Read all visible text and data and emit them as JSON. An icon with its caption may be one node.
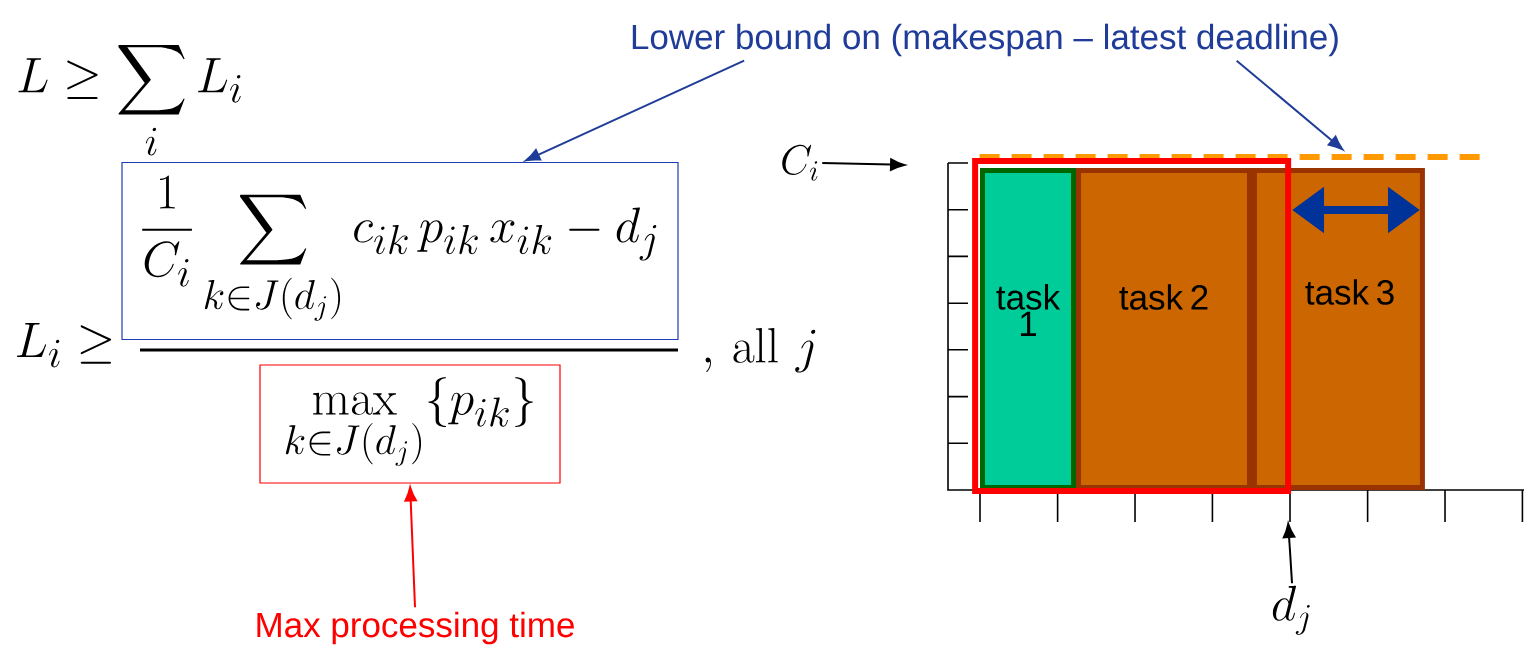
{
  "diagram": {
    "nodes": [
      {
        "text": [
          "Lower bound on (makespan – latest deadline)"
        ]
      },
      {
        "text": [
          "\\frac{1}{C_i}\\sum_{k\\in J(d_j)} c_{ik}\\,p_{ik}\\,x_{ik} - d_j"
        ]
      },
      {
        "text": [
          "\\max_{k\\in J(d_j)}\\{p_{ik}\\}"
        ]
      },
      {
        "text": [
          "Max processing time"
        ]
      },
      {
        "text": [
          "C_i"
        ]
      },
      {
        "text": [],
        "shape": "line"
      },
      {
        "text": [],
        "shape": "box"
      },
      {
        "text": [
          "task 1"
        ],
        "in": 6
      },
      {
        "text": [
          "task 2"
        ],
        "in": 6
      },
      {
        "text": [
          "task 3"
        ]
      },
      {
        "text": [
          "d_j"
        ]
      }
    ],
    "edges": [
      {
        "from": 0,
        "to": 1,
        "arrow": "to",
        "color": "#1f3c99"
      },
      {
        "from": 0,
        "to": 5,
        "arrow": "to",
        "color": "#1f3c99"
      },
      {
        "from": 3,
        "to": 2,
        "arrow": "to",
        "color": "#ff0000"
      },
      {
        "from": 4,
        "to": null,
        "arrow": "to",
        "color": "#000000"
      },
      {
        "from": 10,
        "to": null,
        "arrow": "to",
        "color": "#000000"
      }
    ],
    "labels": [
      "L \\geq \\sum_i L_i",
      "L_i \\geq",
      "{,}\\ \\mathrm{all}\\ j"
    ]
  }
}
